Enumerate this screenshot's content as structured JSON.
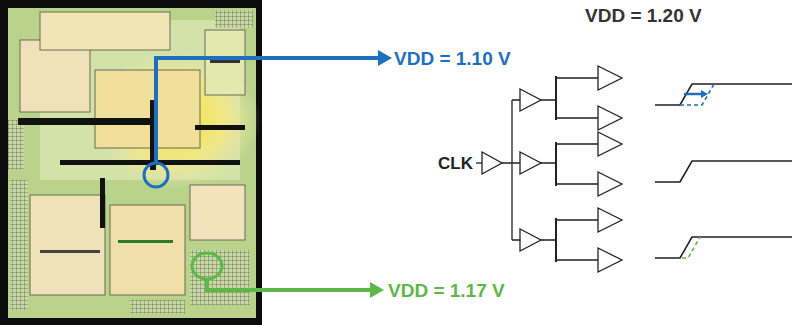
{
  "diagram": {
    "labels": [
      "VDD = 1.20 V",
      "VDD = 1.10 V",
      "VDD = 1.17 V",
      "CLK"
    ]
  }
}
